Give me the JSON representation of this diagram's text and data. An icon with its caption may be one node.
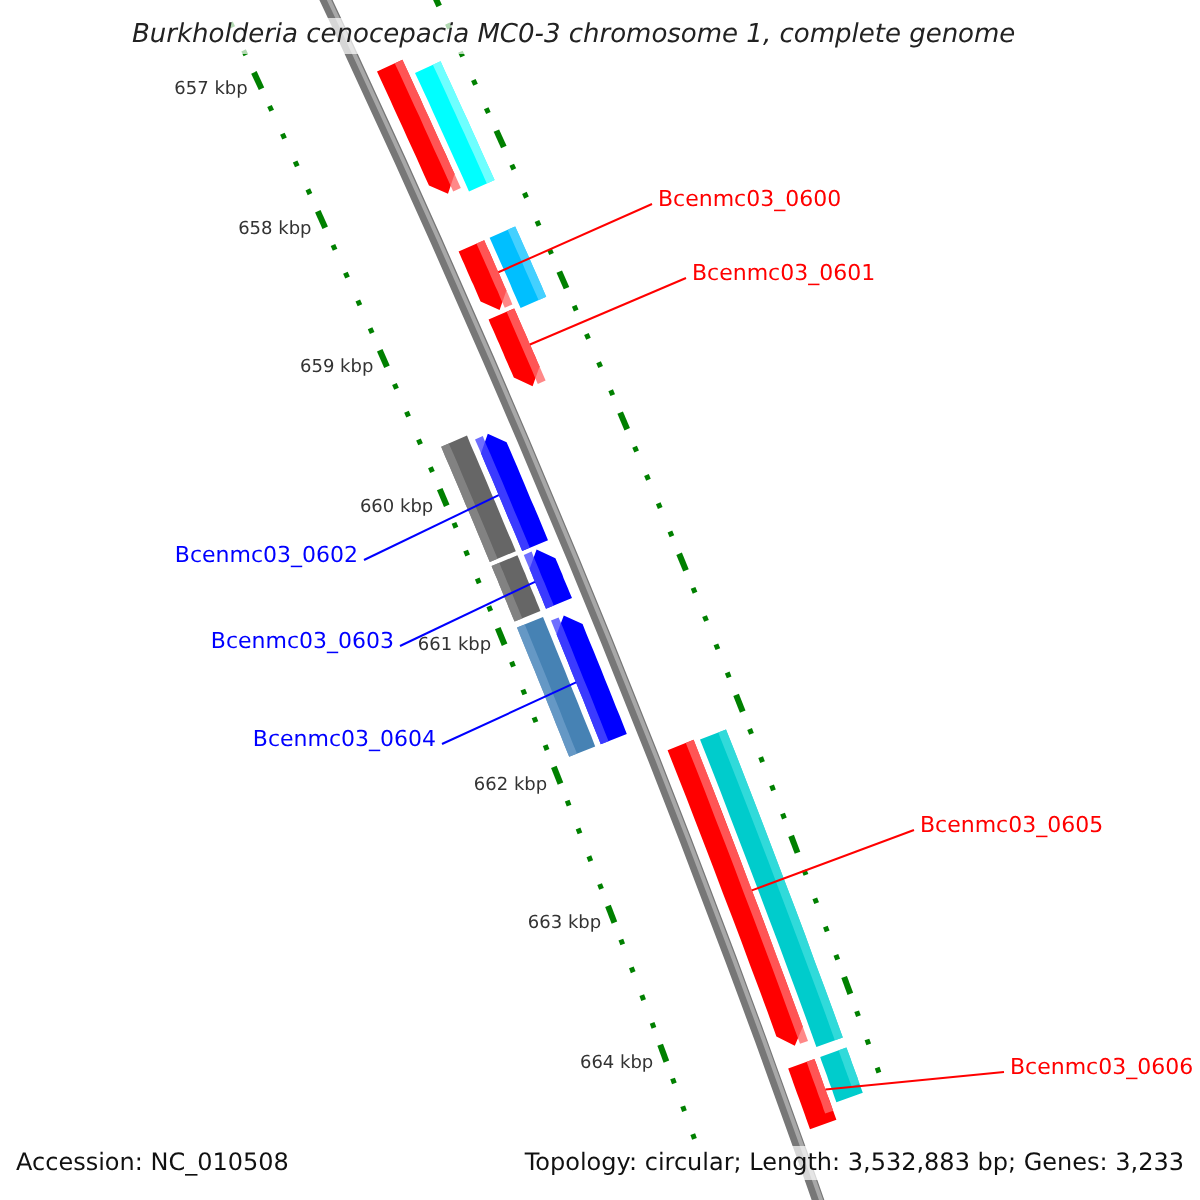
{
  "diagram": {
    "title": "Burkholderia cenocepacia MC0-3 chromosome 1, complete genome",
    "nodes": [
      {
        "text": [
          "Bcenmc03_0600"
        ]
      },
      {
        "text": [
          "Bcenmc03_0601"
        ]
      },
      {
        "text": [
          "Bcenmc03_0602"
        ]
      },
      {
        "text": [
          "Bcenmc03_0603"
        ]
      },
      {
        "text": [
          "Bcenmc03_0604"
        ]
      },
      {
        "text": [
          "Bcenmc03_0605"
        ]
      },
      {
        "text": [
          "Bcenmc03_0606"
        ]
      },
      {
        "text": [],
        "shape": "bar"
      },
      {
        "text": [],
        "shape": "bar"
      },
      {
        "text": [],
        "shape": "bar"
      },
      {
        "text": [],
        "shape": "bar"
      },
      {
        "text": [],
        "shape": "bar"
      },
      {
        "text": [],
        "shape": "bar"
      },
      {
        "text": [],
        "shape": "bar"
      },
      {
        "text": [],
        "shape": "bar"
      },
      {
        "text": [],
        "shape": "bar"
      },
      {
        "text": [],
        "shape": "bar"
      },
      {
        "text": [],
        "shape": "bar"
      },
      {
        "text": [],
        "shape": "bar"
      },
      {
        "text": [],
        "shape": "bar"
      },
      {
        "text": [],
        "shape": "bar"
      },
      {
        "text": [],
        "shape": "bar"
      }
    ],
    "edges": [
      {
        "from": 0,
        "to": 10,
        "arrow": "none"
      },
      {
        "from": 1,
        "to": 11,
        "arrow": "none"
      },
      {
        "from": 2,
        "to": 12,
        "arrow": "none",
        "color": "#0000ff"
      },
      {
        "from": 3,
        "to": 14,
        "arrow": "none",
        "color": "#0000ff"
      },
      {
        "from": 4,
        "to": 16,
        "arrow": "none",
        "color": "#0000ff"
      },
      {
        "from": 5,
        "to": 19,
        "arrow": "none"
      },
      {
        "from": 6,
        "to": 21,
        "arrow": "none"
      }
    ],
    "labels": [
      "657 kbp",
      "658 kbp",
      "659 kbp",
      "660 kbp",
      "661 kbp",
      "662 kbp",
      "663 kbp",
      "664 kbp",
      "Accession: NC_010508",
      "Topology: circular; Length: 3,532,883 bp; Genes: 3,233"
    ]
  }
}
